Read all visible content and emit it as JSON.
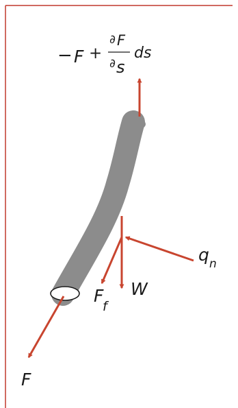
{
  "diagram": {
    "top_label": {
      "minus": "−",
      "F": "F",
      "plus": "+",
      "partial_num": "∂",
      "F_num": "F",
      "partial_den": "∂",
      "s_den": "s",
      "ds": "ds"
    },
    "labels": {
      "qn_q": "q",
      "qn_n": "n",
      "W": "W",
      "Ff_F": "F",
      "Ff_f": "f",
      "F": "F"
    },
    "colors": {
      "frame": "#c0392b",
      "arrow": "#c8452f",
      "cable": "#8c8c8c",
      "text": "#1a1a1a"
    }
  }
}
